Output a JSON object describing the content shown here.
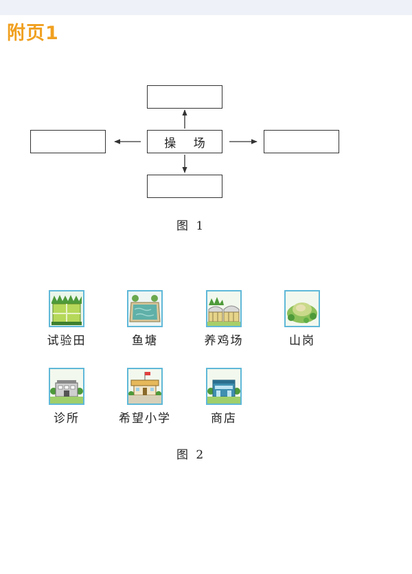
{
  "page_title": "附页1",
  "figure1": {
    "center_label": "操 场",
    "caption": "图 1"
  },
  "figure2": {
    "caption": "图 2",
    "places": [
      {
        "label": "试验田",
        "icon": "field-icon"
      },
      {
        "label": "鱼塘",
        "icon": "fish-pond-icon"
      },
      {
        "label": "养鸡场",
        "icon": "chicken-farm-icon"
      },
      {
        "label": "山岗",
        "icon": "hill-icon"
      },
      {
        "label": "诊所",
        "icon": "clinic-icon"
      },
      {
        "label": "希望小学",
        "icon": "school-icon"
      },
      {
        "label": "商店",
        "icon": "shop-icon"
      }
    ]
  },
  "colors": {
    "title": "#f0a020",
    "icon_frame": "#5fb8d8",
    "line": "#333333"
  }
}
